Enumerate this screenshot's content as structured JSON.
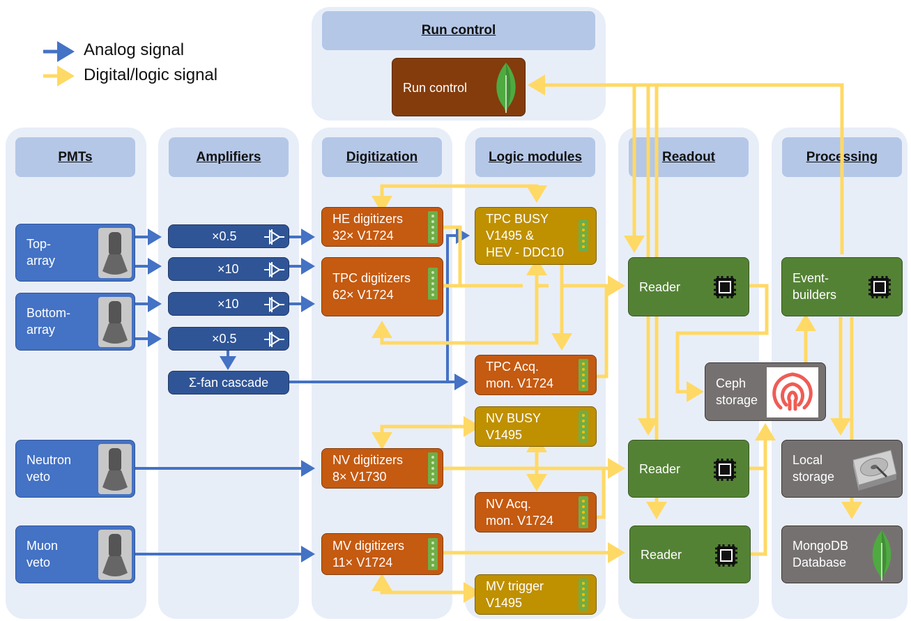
{
  "legend": {
    "analog": "Analog signal",
    "digital": "Digital/logic signal"
  },
  "colors": {
    "analog": "#4472c4",
    "digital": "#ffd966",
    "column": "#e8eef8",
    "header": "#b4c7e7"
  },
  "headers": {
    "run_control": "Run control",
    "pmts": "PMTs",
    "amplifiers": "Amplifiers",
    "digitization": "Digitization",
    "logic_modules": "Logic modules",
    "readout": "Readout",
    "processing": "Processing"
  },
  "run_control_box": "Run control",
  "pmts": {
    "top": "Top-\narray",
    "bottom": "Bottom-\narray",
    "neutron": "Neutron\nveto",
    "muon": "Muon\nveto"
  },
  "amps": {
    "a1": "×0.5",
    "a2": "×10",
    "a3": "×10",
    "a4": "×0.5",
    "fan": "Σ-fan cascade"
  },
  "digitizers": {
    "he": "HE digitizers\n32× V1724",
    "tpc": "TPC digitizers\n62× V1724",
    "nv": "NV digitizers\n8× V1730",
    "mv": "MV digitizers\n11× V1724"
  },
  "logic": {
    "tpc_busy": "TPC BUSY\nV1495 &\nHEV - DDC10",
    "tpc_acq": "TPC Acq.\nmon. V1724",
    "nv_busy": "NV BUSY\nV1495",
    "nv_acq": "NV Acq.\nmon. V1724",
    "mv_trigger": "MV trigger\nV1495"
  },
  "readers": {
    "r1": "Reader",
    "r2": "Reader",
    "r3": "Reader"
  },
  "processing": {
    "eventbuilders": "Event-\nbuilders",
    "ceph": "Ceph\nstorage",
    "local": "Local\nstorage",
    "mongo": "MongoDB\nDatabase"
  }
}
